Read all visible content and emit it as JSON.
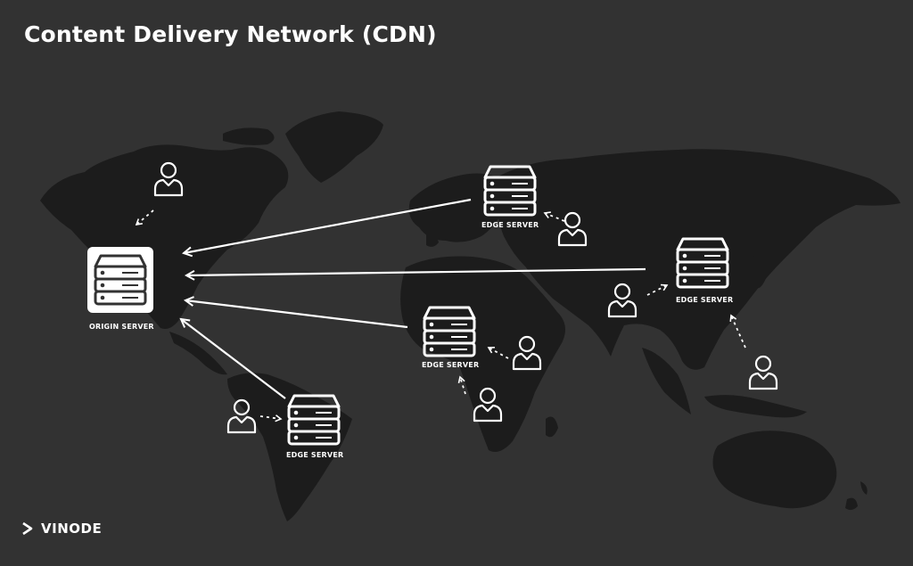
{
  "title": "Content Delivery Network (CDN)",
  "brand": {
    "name": "VINODE"
  },
  "nodes": {
    "origin": {
      "label": "ORIGIN SERVER"
    },
    "edge_ne": {
      "label": "EDGE SERVER"
    },
    "edge_asia": {
      "label": "EDGE SERVER"
    },
    "edge_africa": {
      "label": "EDGE SERVER"
    },
    "edge_sa": {
      "label": "EDGE SERVER"
    }
  },
  "icons": {
    "server": "server-rack-icon",
    "user": "user-icon"
  },
  "colors": {
    "background": "#323232",
    "map": "#1c1c1c",
    "foreground": "#ffffff"
  }
}
